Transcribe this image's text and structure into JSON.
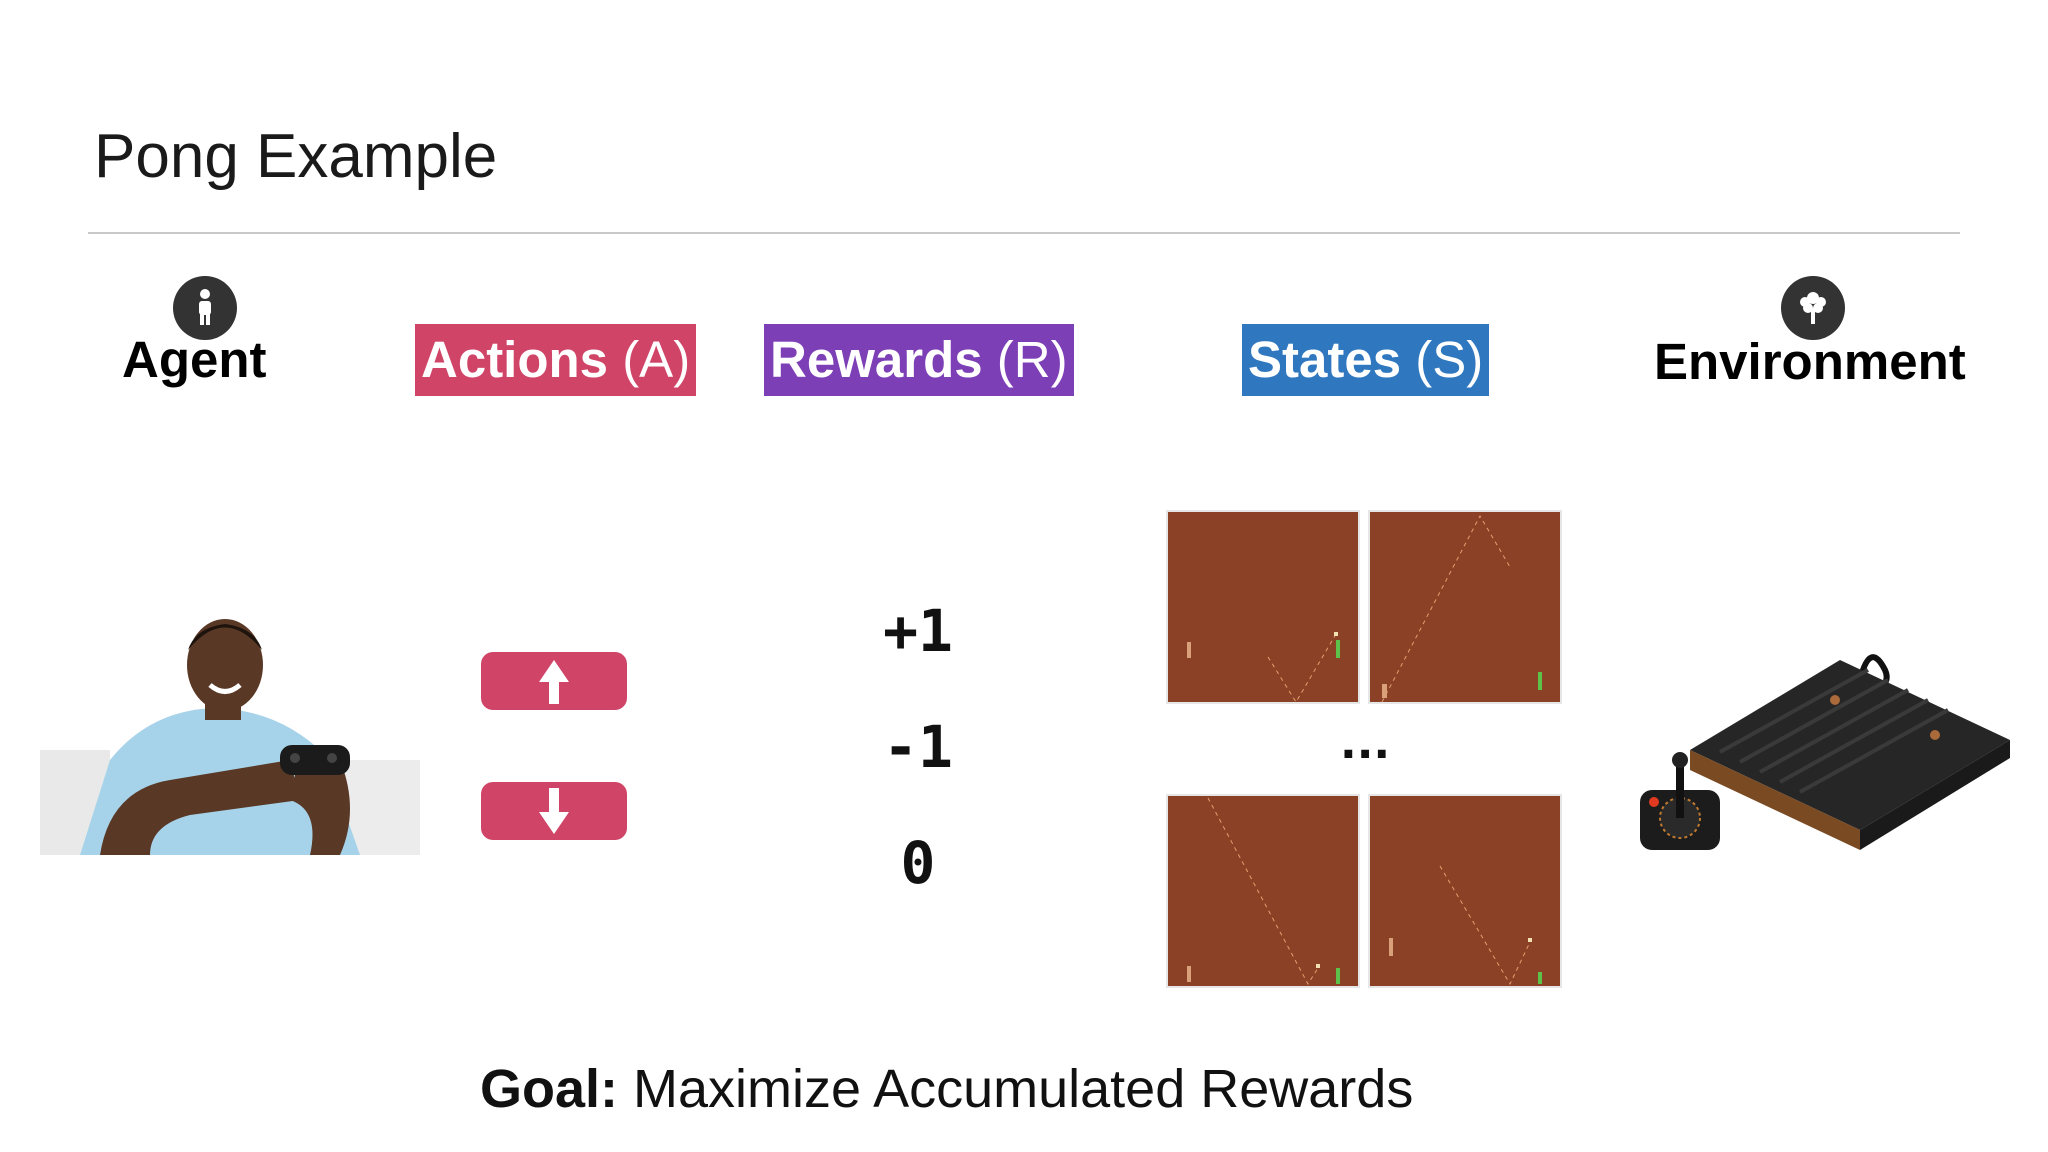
{
  "slide": {
    "title": "Pong Example",
    "headers": {
      "agent": "Agent",
      "actions": {
        "label": "Actions",
        "symbol": "(A)",
        "color": "#d04468"
      },
      "rewards": {
        "label": "Rewards",
        "symbol": "(R)",
        "color": "#7d3fb5"
      },
      "states": {
        "label": "States",
        "symbol": "(S)",
        "color": "#2f78c0"
      },
      "environment": "Environment"
    },
    "icons": {
      "agent": "person-icon",
      "environment": "tree-icon",
      "action_up": "arrow-up-icon",
      "action_down": "arrow-down-icon"
    },
    "reward_values": [
      "+1",
      "-1",
      "0"
    ],
    "states_ellipsis": "...",
    "goal": {
      "prefix": "Goal:",
      "text": "Maximize Accumulated Rewards"
    }
  }
}
